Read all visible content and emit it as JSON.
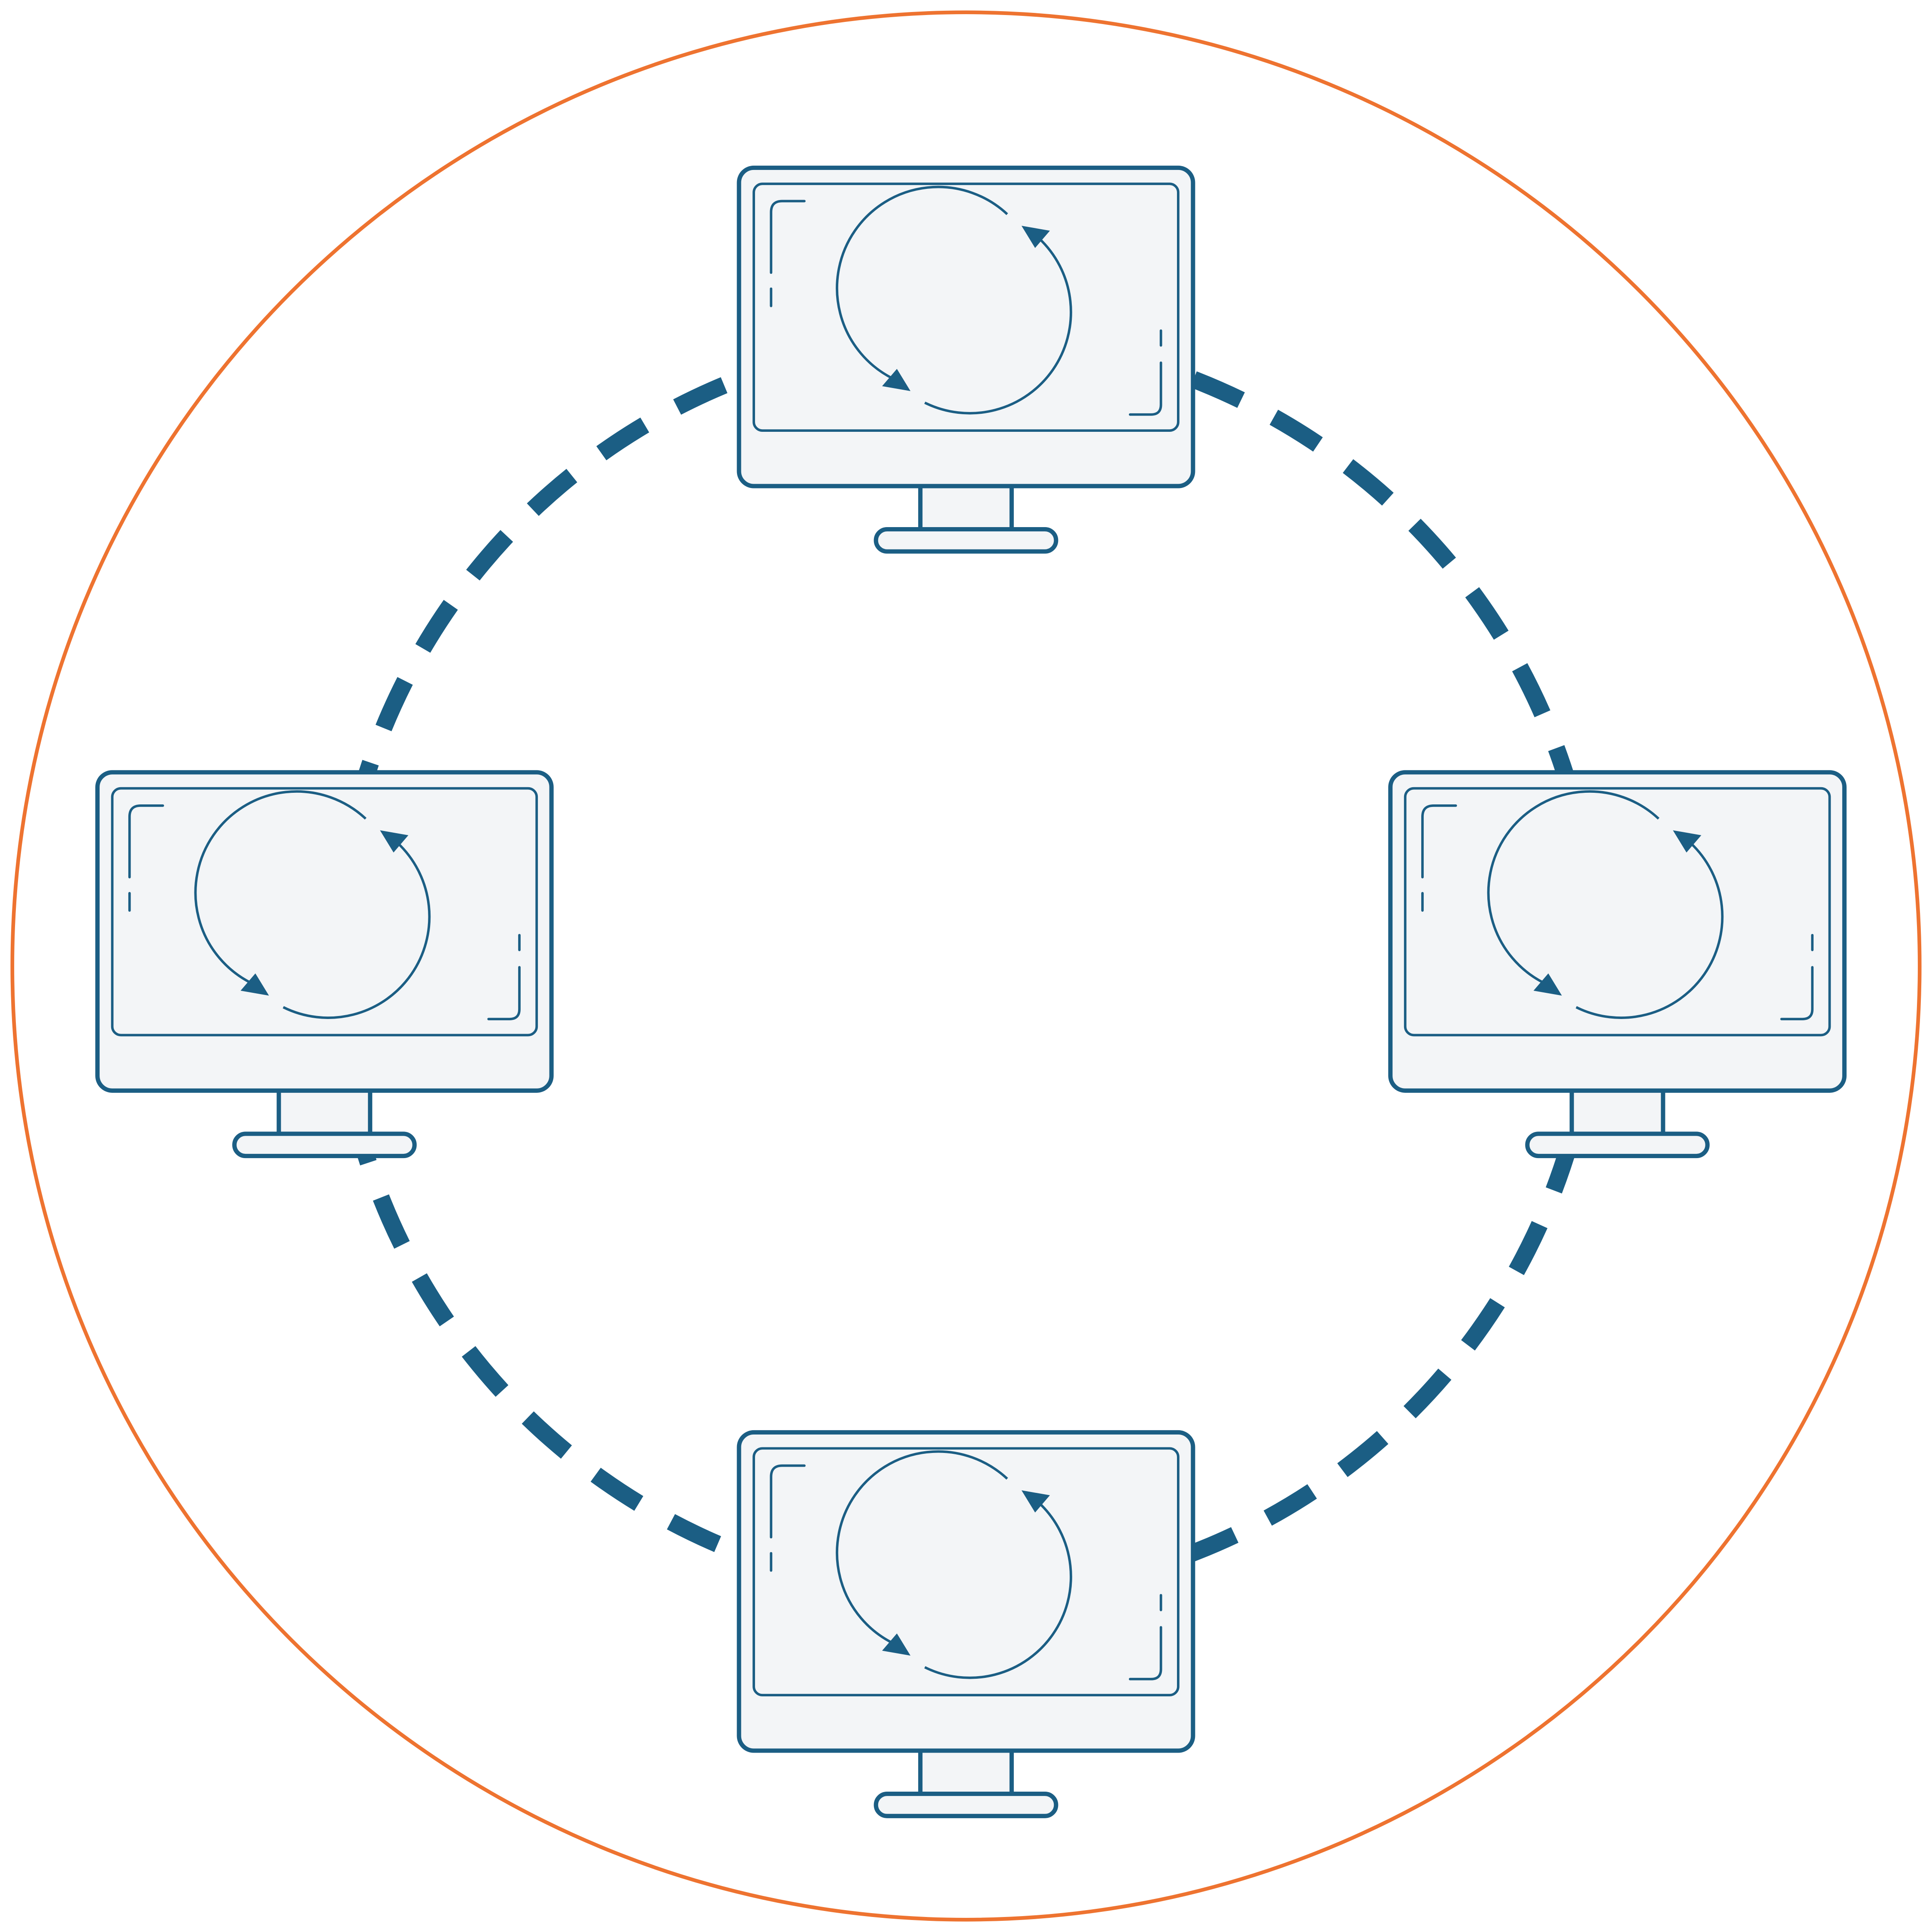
{
  "diagram": {
    "type": "ring-network",
    "node_count": 4,
    "node_kind": "monitor",
    "node_icon": "sync-arrows-icon",
    "link_style": "dashed",
    "colors": {
      "ring_outline": "#EE7330",
      "network_stroke": "#1B5E84",
      "screen_fill": "#F3F5F7",
      "background": "#FFFFFF"
    },
    "nodes": [
      {
        "id": "top",
        "label": ""
      },
      {
        "id": "right",
        "label": ""
      },
      {
        "id": "bottom",
        "label": ""
      },
      {
        "id": "left",
        "label": ""
      }
    ]
  }
}
